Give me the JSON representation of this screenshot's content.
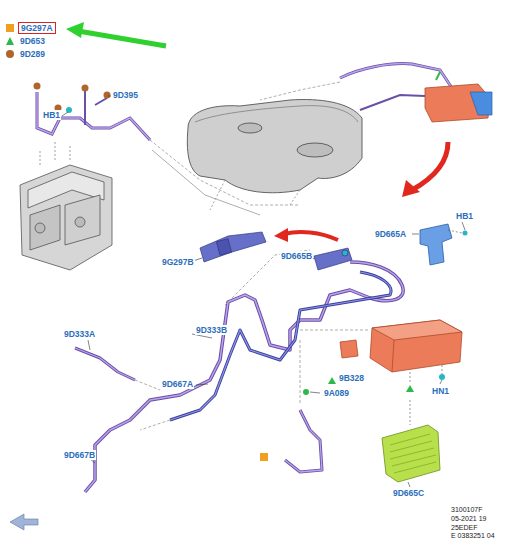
{
  "diagram": {
    "labels": [
      "HB1",
      "9D395",
      "9D665A",
      "HB1",
      "9G297B",
      "9D665B",
      "9D333B",
      "9D333A",
      "9D667A",
      "9B328",
      "9A089",
      "HN1",
      "9D667B",
      "9D665C",
      "3100107F",
      "05-2021 19",
      "25EDEF",
      "E 0383251 04"
    ],
    "legend": [
      {
        "text": "9G297A",
        "color": "#f0a020"
      },
      {
        "text": "9D653",
        "color": "#2db84a"
      },
      {
        "text": "9D289",
        "color": "#b0652a"
      }
    ]
  }
}
